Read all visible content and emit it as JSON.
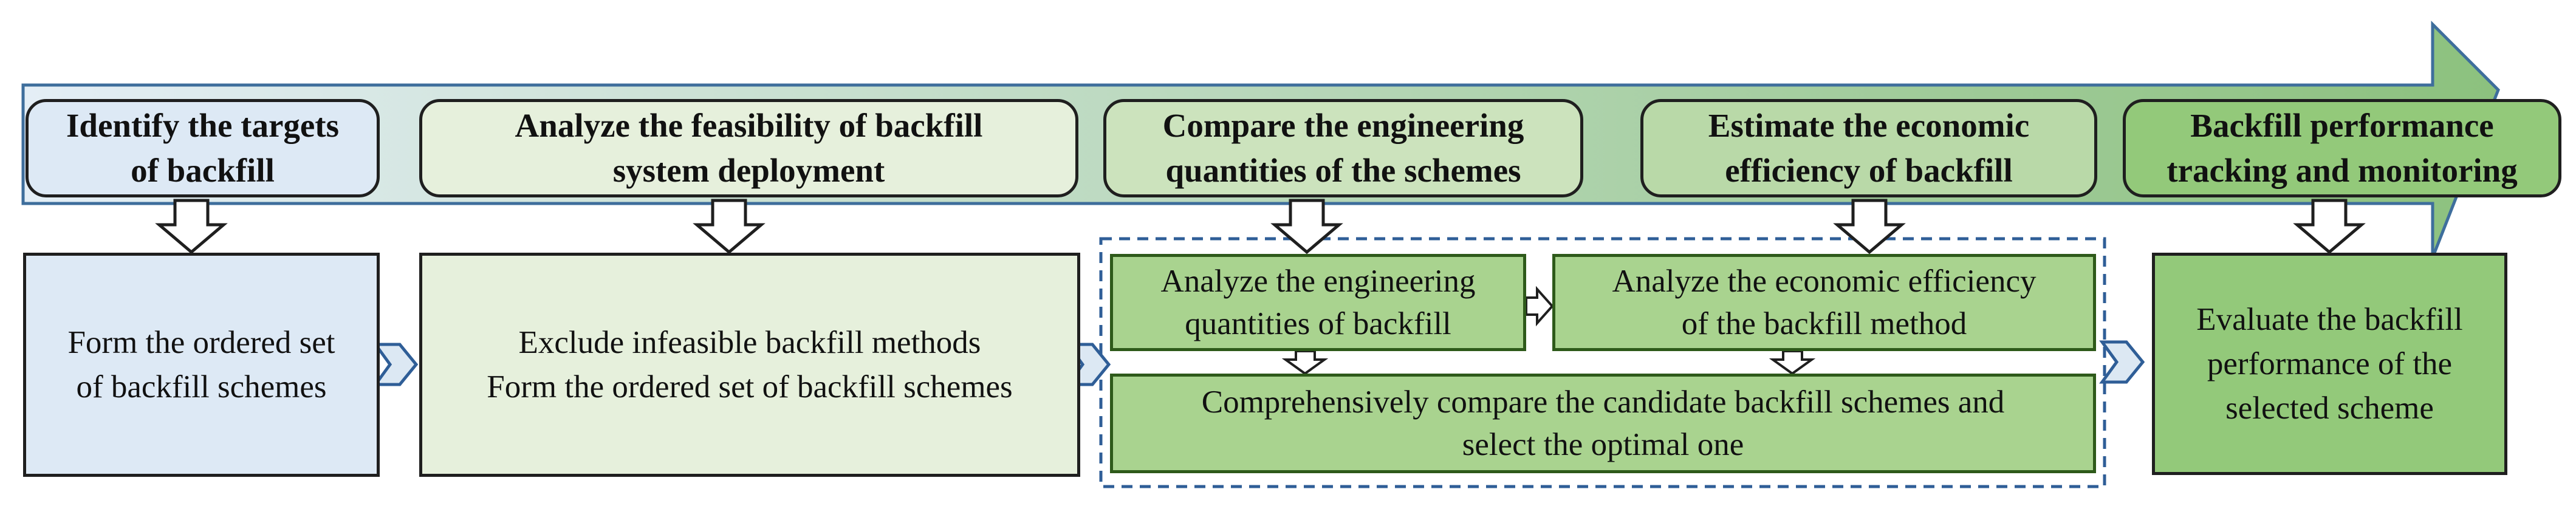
{
  "colors": {
    "arrow_fill_light": "#e4eef6",
    "arrow_fill_dark": "#8cc17e",
    "arrow_border": "#3e6e9c",
    "stage1_fill": "#dde9f5",
    "stage2_fill": "#e6f0dc",
    "stage3_fill": "#cce3bd",
    "stage4_fill": "#b9d9a8",
    "stage5_fill": "#93c97a",
    "dashed_border": "#2f5e97",
    "sub_fill": "#a9d38f"
  },
  "stages": [
    {
      "id": "identify-targets",
      "label": "Identify the targets\nof backfill"
    },
    {
      "id": "analyze-feasibility",
      "label": "Analyze the feasibility of backfill\nsystem deployment"
    },
    {
      "id": "compare-quantities",
      "label": "Compare the engineering\nquantities of the schemes"
    },
    {
      "id": "estimate-economic",
      "label": "Estimate the economic\nefficiency of backfill"
    },
    {
      "id": "performance-tracking",
      "label": "Backfill performance\ntracking and monitoring"
    }
  ],
  "processes": [
    {
      "id": "form-ordered-set",
      "label": "Form the ordered set\nof backfill schemes"
    },
    {
      "id": "exclude-infeasible",
      "label": "Exclude infeasible backfill methods\nForm the ordered set of backfill schemes"
    },
    {
      "id": "evaluate-performance",
      "label": "Evaluate the backfill\nperformance of the\nselected scheme"
    }
  ],
  "subprocesses": [
    {
      "id": "analyze-quantities",
      "label": "Analyze the engineering\nquantities of backfill"
    },
    {
      "id": "analyze-economic",
      "label": "Analyze the economic efficiency\nof the backfill method"
    },
    {
      "id": "compare-candidates",
      "label": "Comprehensively compare the candidate backfill schemes and\nselect the optimal one"
    }
  ]
}
